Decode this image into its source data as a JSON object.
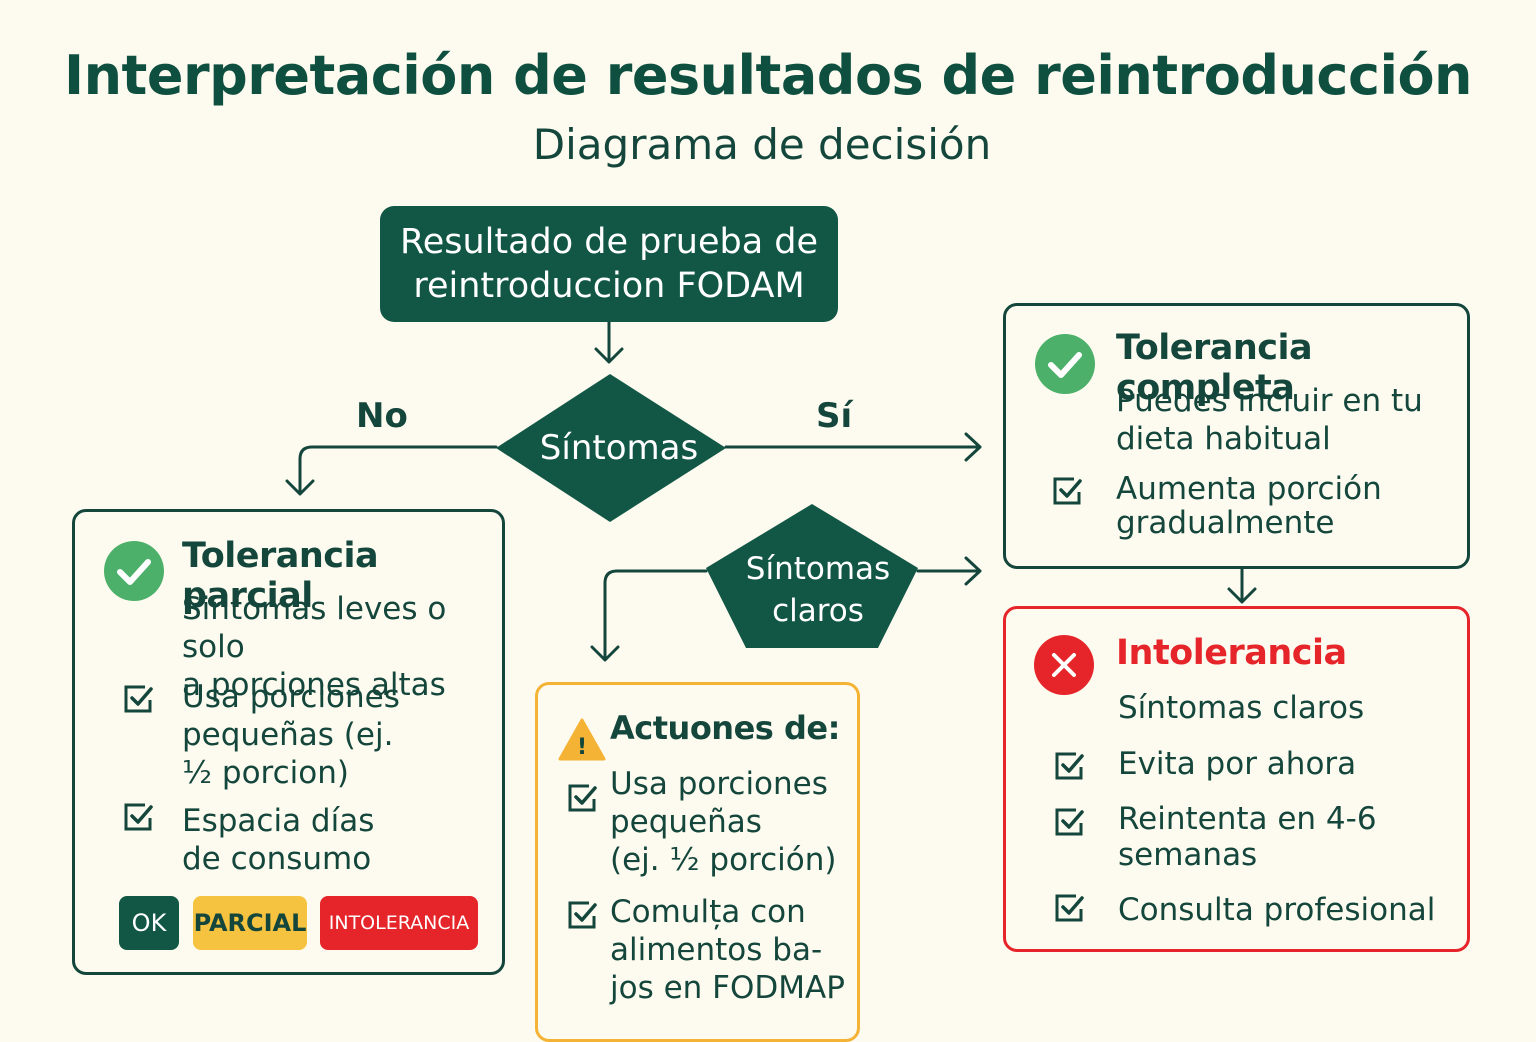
{
  "header": {
    "title": "Interpretación de resultados de reintroducción",
    "subtitle": "Diagrama de decisión"
  },
  "start": {
    "line1": "Resultado de prueba de",
    "line2": "reintroduccion FODAM"
  },
  "decision1": {
    "label": "Síntomas",
    "no_label": "No",
    "yes_label": "Sí"
  },
  "decision2": {
    "line1": "Síntomas",
    "line2": "claros"
  },
  "tolerancia_completa": {
    "title": "Tolerancia completa",
    "desc_line1": "Puedes incluir en tu",
    "desc_line2": "dieta habitual",
    "item1_line1": "Aumenta porción",
    "item1_line2": "gradualmente"
  },
  "tolerancia_parcial": {
    "title": "Tolerancia parcial",
    "desc_line1": "Sintomas leves o solo",
    "desc_line2": "a porciones altas",
    "item1_line1": "Usa porciones",
    "item1_line2": "pequeñas (ej.",
    "item1_line3": "½ porcion)",
    "item2_line1": "Espacia días",
    "item2_line2": "de consumo",
    "badges": {
      "ok": "OK",
      "parcial": "PARCIAL",
      "intolerancia": "INTOLERANCIA"
    }
  },
  "actuones": {
    "title": "Actuones de:",
    "warning_glyph": "!",
    "item1_line1": "Usa porciones",
    "item1_line2": "pequeñas",
    "item1_line3": "(ej. ½ porción)",
    "item2_line1": "Comulța con",
    "item2_line2": "alimentos ba-",
    "item2_line3": "jos en FODMAP"
  },
  "intolerancia": {
    "title": "Intolerancia",
    "desc": "Síntomas claros",
    "item1": "Evita por ahora",
    "item2_line1": "Reintenta en 4-6",
    "item2_line2": "semanas",
    "item3": "Consulta profesional"
  },
  "colors": {
    "primary": "#125746",
    "text": "#14463c",
    "success": "#4cb06a",
    "warning": "#f5b335",
    "danger": "#e5252a",
    "background": "#fdfbf0"
  }
}
